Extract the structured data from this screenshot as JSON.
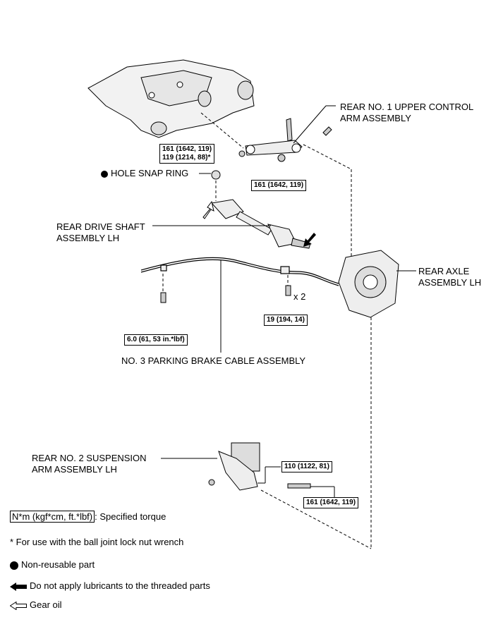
{
  "labels": {
    "upper_arm": "REAR NO. 1 UPPER CONTROL\nARM ASSEMBLY",
    "snap_ring": "HOLE SNAP RING",
    "drive_shaft": "REAR DRIVE SHAFT\nASSEMBLY LH",
    "axle": "REAR AXLE\nASSEMBLY LH",
    "x2": "x 2",
    "parking_cable": "NO. 3 PARKING BRAKE CABLE ASSEMBLY",
    "susp_arm": "REAR NO. 2 SUSPENSION\nARM ASSEMBLY LH"
  },
  "torques": {
    "t1": "161 (1642, 119)\n119 (1214, 88)*",
    "t2": "161 (1642, 119)",
    "t3": "6.0 (61, 53 in.*lbf)",
    "t4": "19 (194, 14)",
    "t5": "110 (1122, 81)",
    "t6": "161 (1642, 119)"
  },
  "legend": {
    "torque_unit": "N*m (kgf*cm, ft.*lbf)",
    "torque_desc": ": Specified torque",
    "asterisk_note": "* For use with the ball joint lock nut wrench",
    "non_reusable": "Non-reusable part",
    "no_lubricant": "Do not apply lubricants to the threaded parts",
    "gear_oil": "Gear oil"
  }
}
